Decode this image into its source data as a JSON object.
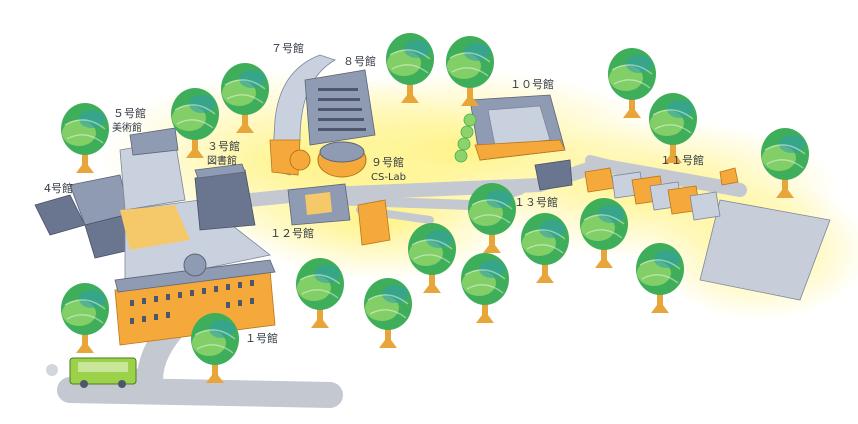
{
  "labels": {
    "b7": "７号館",
    "b8": "８号館",
    "b10": "１０号館",
    "b5": "５号館",
    "b5_sub": "美術館",
    "b3": "３号館",
    "b3_sub": "図書館",
    "b9": "９号館",
    "b9_sub": "CS-Lab",
    "b11": "１１号館",
    "b4": "4号館",
    "b13": "１３号館",
    "b12": "１２号館",
    "b1": "１号館"
  },
  "colors": {
    "road": "#c4c8d0",
    "glow": "#fff27a",
    "building": "#8f9ab3",
    "accent": "#f4a93a",
    "tree": "#3fae5a",
    "bus": "#9bd24a"
  }
}
